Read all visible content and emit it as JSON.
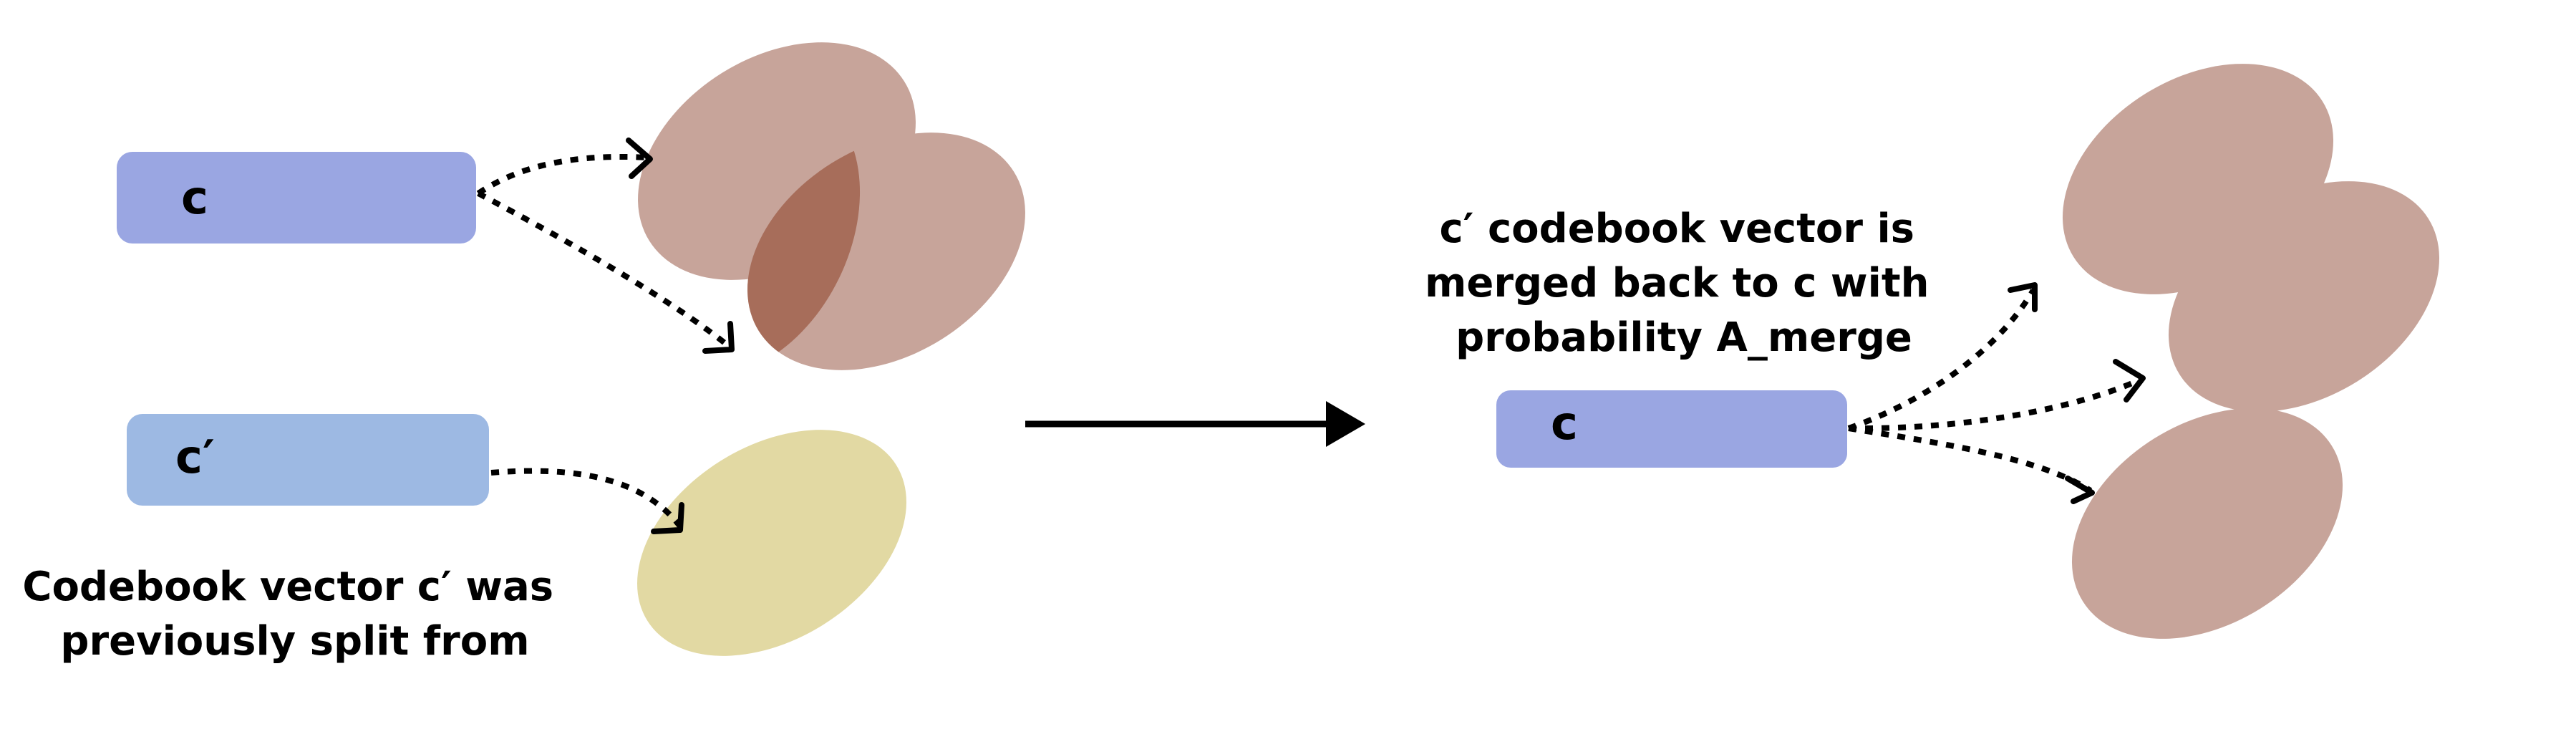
{
  "colors": {
    "box_primary": "#9aa6e2",
    "box_secondary": "#9db9e3",
    "cluster_primary": "#c7a49a",
    "cluster_overlap": "#a76d5a",
    "cluster_secondary": "#e2d9a3",
    "ink": "#000000"
  },
  "left": {
    "box_c": {
      "label": "c"
    },
    "box_c_prime": {
      "label": "c′"
    },
    "caption": [
      "Codebook vector c′ was",
      "previously split from"
    ]
  },
  "right": {
    "box_c": {
      "label": "c"
    },
    "caption": [
      "c′ codebook vector is",
      "merged back to c with",
      "probability A_merge"
    ]
  }
}
